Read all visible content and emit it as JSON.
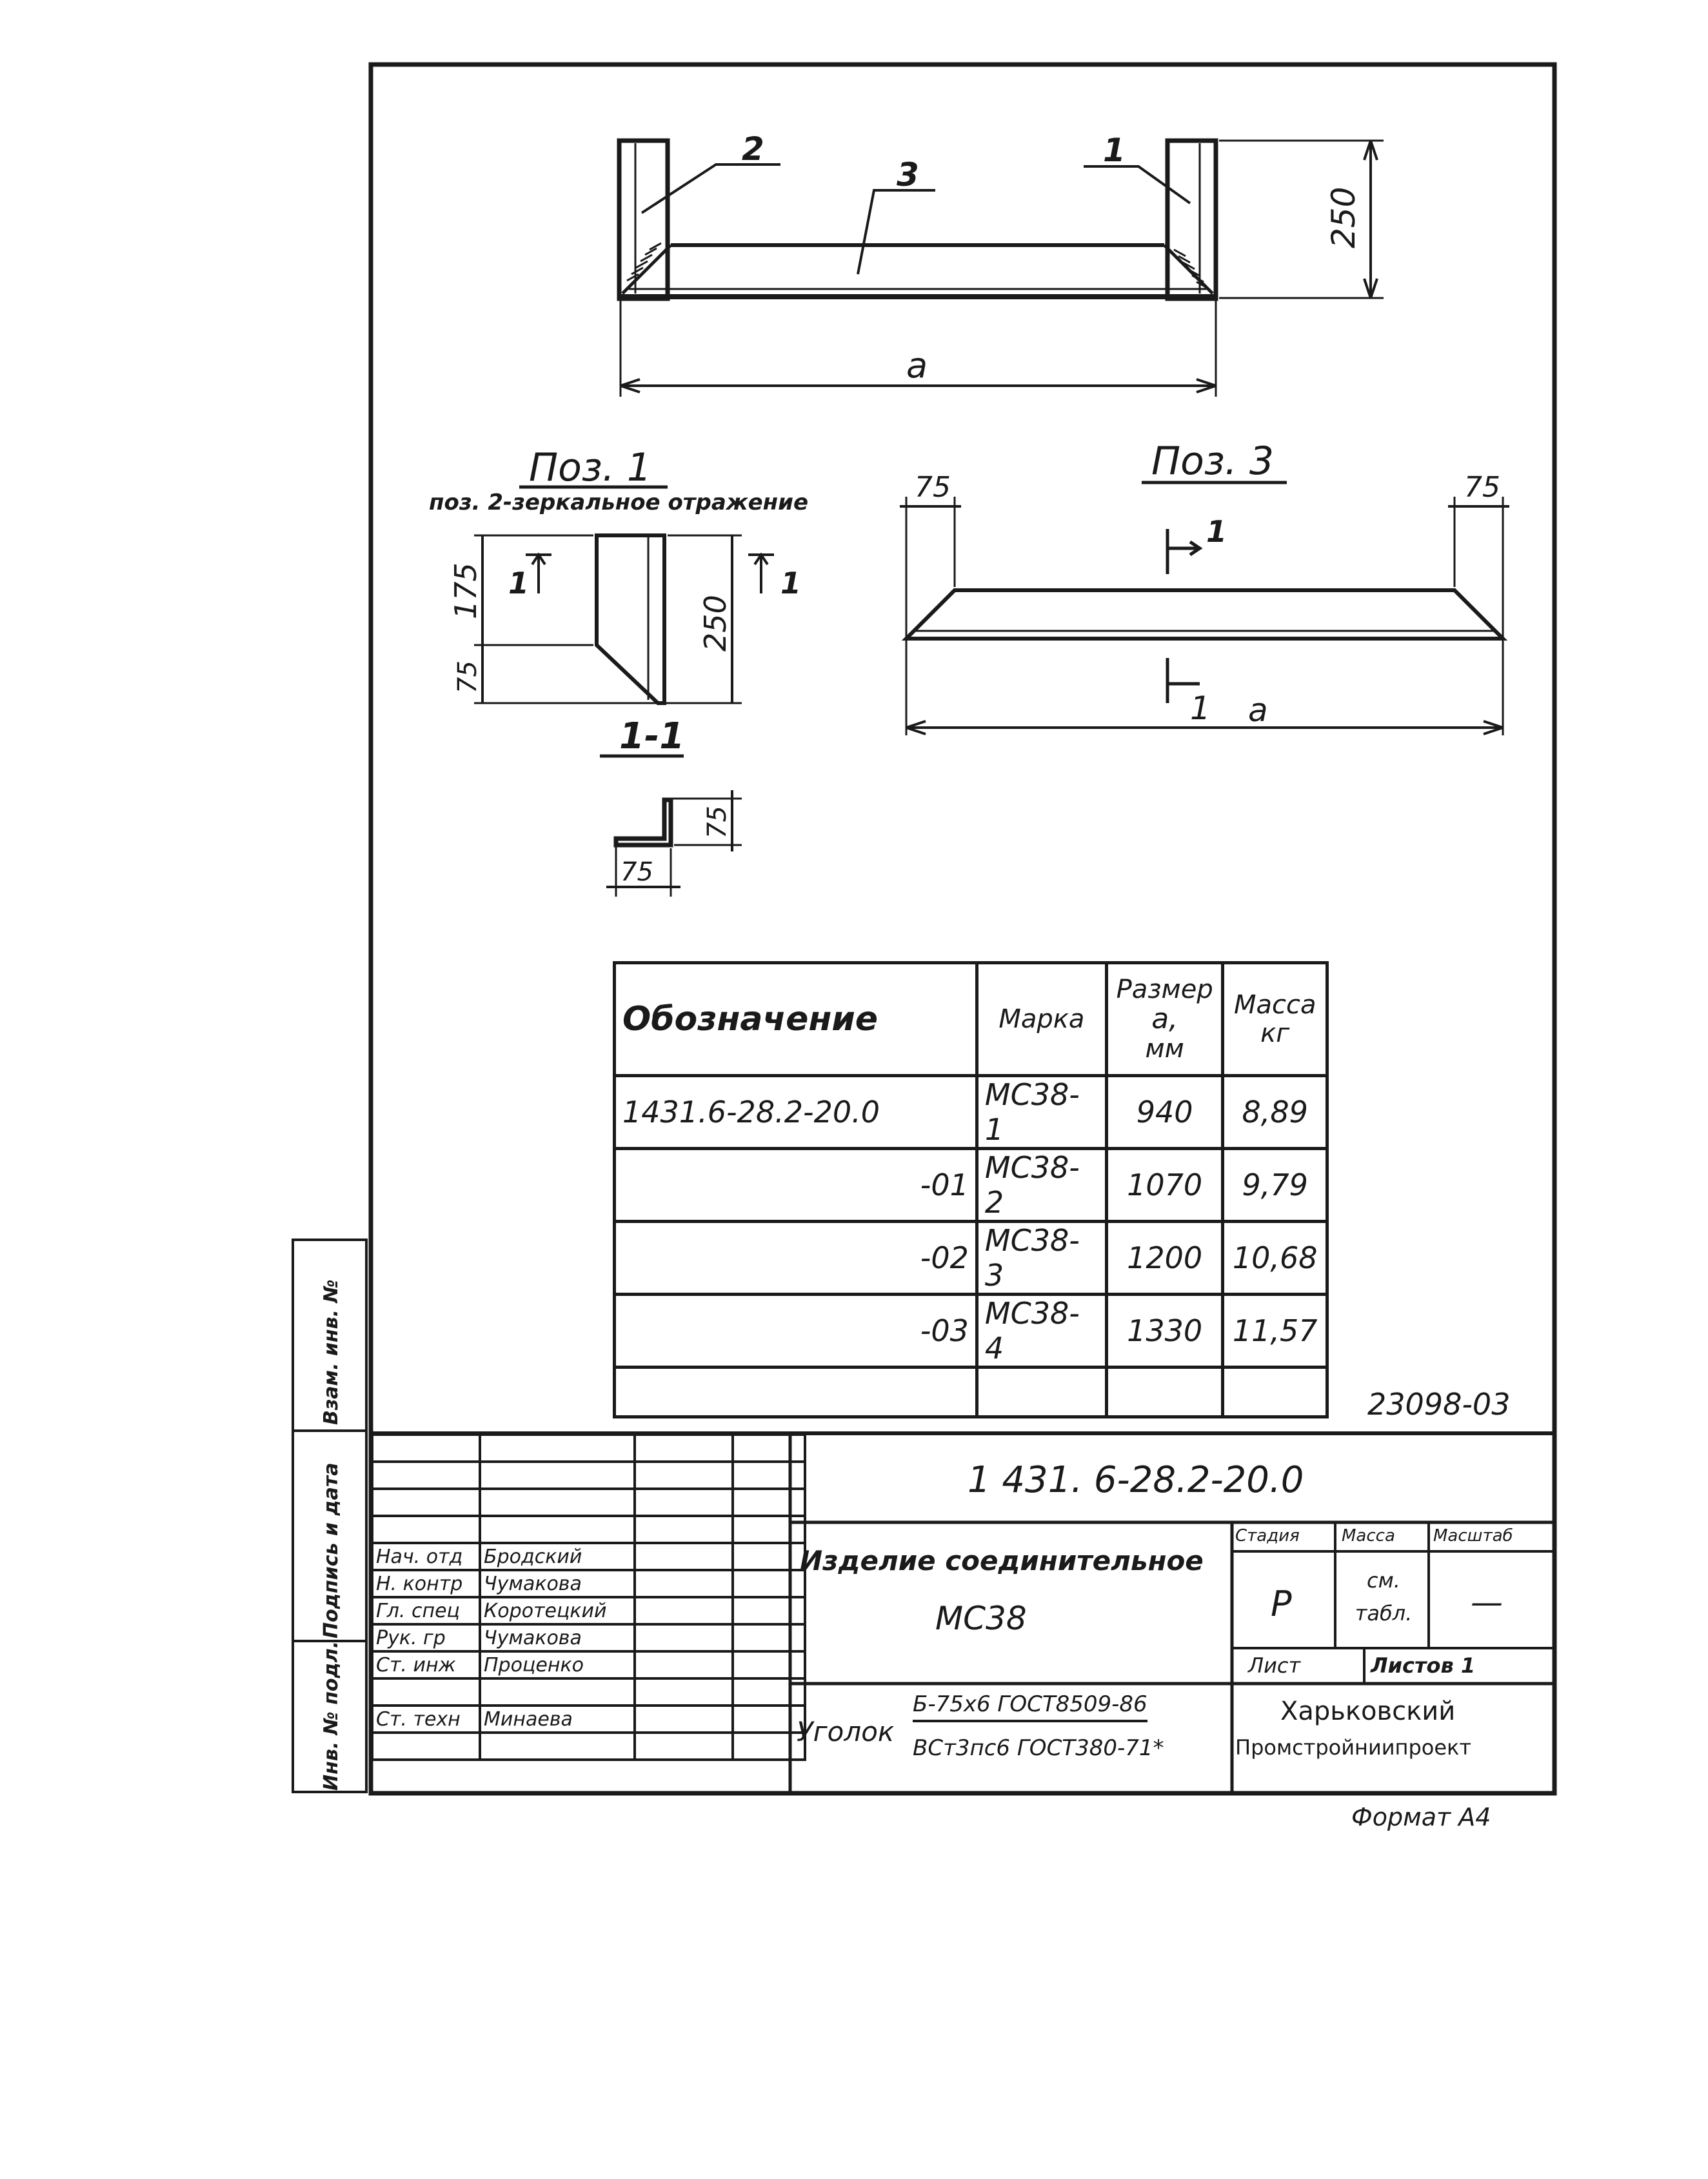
{
  "drawing": {
    "assembly": {
      "pos_2": "2",
      "pos_3": "3",
      "pos_1": "1",
      "dim_height": "250",
      "dim_length": "a"
    },
    "pos1_view": {
      "title": "Поз. 1",
      "subtitle": "поз. 2-зеркальное отражение",
      "dim_upper": "175",
      "dim_lower": "75",
      "dim_total": "250",
      "section_mark_left": "1",
      "section_mark_right": "1"
    },
    "pos3_view": {
      "title": "Поз. 3",
      "dim_left": "75",
      "dim_right": "75",
      "section_mark_top": "1",
      "section_mark_bottom": "1",
      "dim_length": "a"
    },
    "section": {
      "title": "1-1",
      "dim_vertical": "75",
      "dim_horizontal": "75"
    }
  },
  "spec_table": {
    "headers": {
      "designation": "Обозначение",
      "mark": "Марка",
      "size_label": "Размер",
      "size_var": "a,",
      "size_unit": "мм",
      "mass_label": "Масса",
      "mass_unit": "кг"
    },
    "rows": [
      {
        "designation": "1431.6-28.2-20.0",
        "mark": "МС38-1",
        "size": "940",
        "mass": "8,89"
      },
      {
        "designation": "-01",
        "mark": "МС38-2",
        "size": "1070",
        "mass": "9,79"
      },
      {
        "designation": "-02",
        "mark": "МС38-3",
        "size": "1200",
        "mass": "10,68"
      },
      {
        "designation": "-03",
        "mark": "МС38-4",
        "size": "1330",
        "mass": "11,57"
      }
    ]
  },
  "stamp": {
    "archive_number": "23098-03",
    "doc_code": "1 431. 6-28.2-20.0",
    "product_name": "Изделие соединительное",
    "product_mark": "МС38",
    "stage_label": "Стадия",
    "mass_label": "Масса",
    "scale_label": "Масштаб",
    "stage_value": "Р",
    "mass_value": "см. табл.",
    "scale_value": "—",
    "sheet_label": "Лист",
    "sheets_label": "Листов 1",
    "material_prefix": "Уголок",
    "material_top": "Б-75х6 ГОСТ8509-86",
    "material_bottom": "ВСт3пс6 ГОСТ380-71*",
    "organization_line1": "Харьковский",
    "organization_line2": "Промстройниипроект",
    "format": "Формат А4",
    "signatures": [
      {
        "role": "Нач. отд",
        "name": "Бродский"
      },
      {
        "role": "Н. контр",
        "name": "Чумакова"
      },
      {
        "role": "Гл. спец",
        "name": "Коротецкий"
      },
      {
        "role": "Рук. гр",
        "name": "Чумакова"
      },
      {
        "role": "Ст. инж",
        "name": "Проценко"
      },
      {
        "role": "Ст. техн",
        "name": "Минаева"
      }
    ],
    "side_strip": {
      "inv_no": "Инв. № подл.",
      "sign_date": "Подпись и дата",
      "replace_inv": "Взам. инв. №"
    }
  }
}
